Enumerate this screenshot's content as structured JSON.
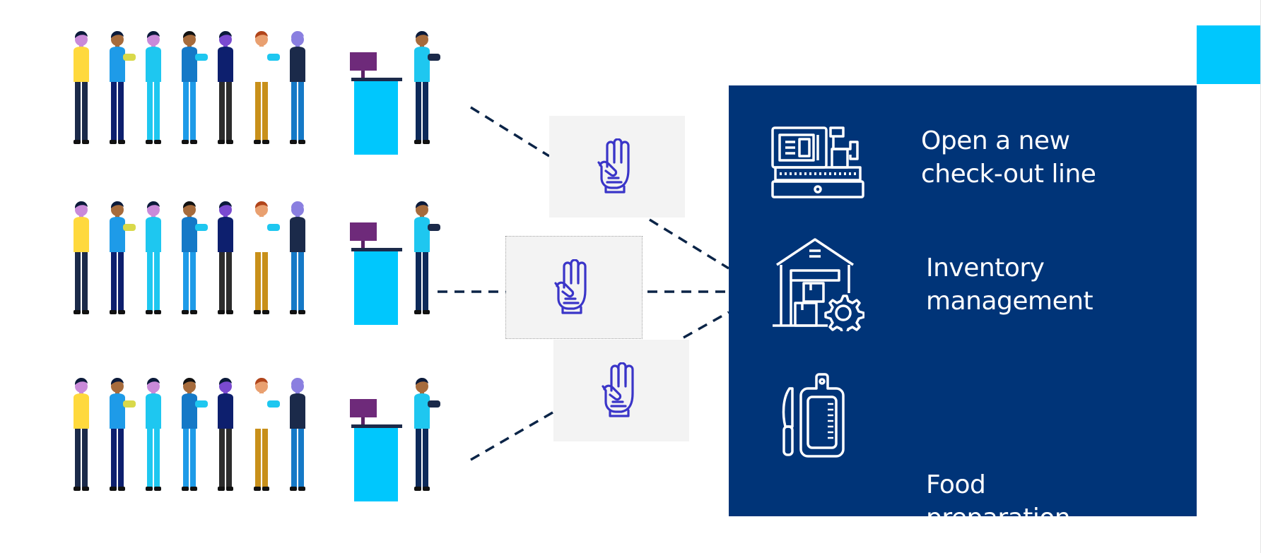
{
  "colors": {
    "panel": "#003478",
    "accent": "#00c7fd",
    "card": "#f3f3f3",
    "connector": "#0b2447",
    "gesture": "#3a35c8"
  },
  "queues": [
    {
      "name": "checkout-queue-1"
    },
    {
      "name": "checkout-queue-2"
    },
    {
      "name": "checkout-queue-3"
    }
  ],
  "gesture_cards": [
    {
      "icon": "three-fingers-hand-icon"
    },
    {
      "icon": "three-fingers-hand-icon"
    },
    {
      "icon": "three-fingers-hand-icon"
    }
  ],
  "options": [
    {
      "icon": "cash-register-icon",
      "label": "Open a new\ncheck-out line"
    },
    {
      "icon": "warehouse-gear-icon",
      "label": "Inventory\nmanagement"
    },
    {
      "icon": "knife-cutting-board-icon",
      "label": "Food\npreparation"
    }
  ]
}
